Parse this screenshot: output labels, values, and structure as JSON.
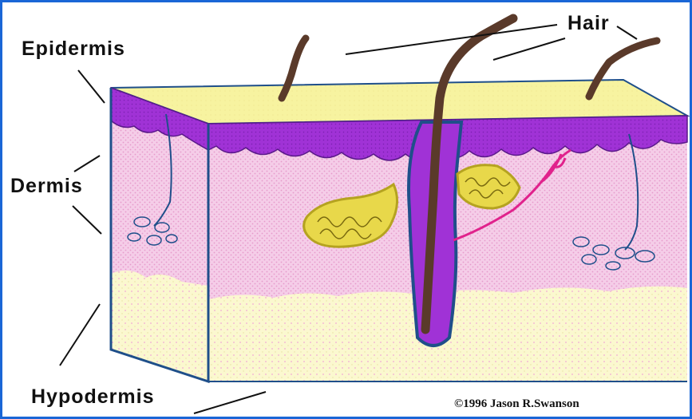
{
  "labels": {
    "epidermis": "Epidermis",
    "dermis": "Dermis",
    "hypodermis": "Hypodermis",
    "hair": "Hair"
  },
  "credit": "©1996 Jason R.Swanson",
  "colors": {
    "frame_border": "#1a66d6",
    "epidermis_top": "#f7f3a0",
    "epidermis_layer": "#9b2fd0",
    "dermis": "#f3c4e4",
    "hypodermis": "#fbf7c8",
    "outline": "#1f4f8a",
    "hair": "#5a3a2a",
    "gland": "#e8d84a",
    "nerve": "#e0228c"
  }
}
